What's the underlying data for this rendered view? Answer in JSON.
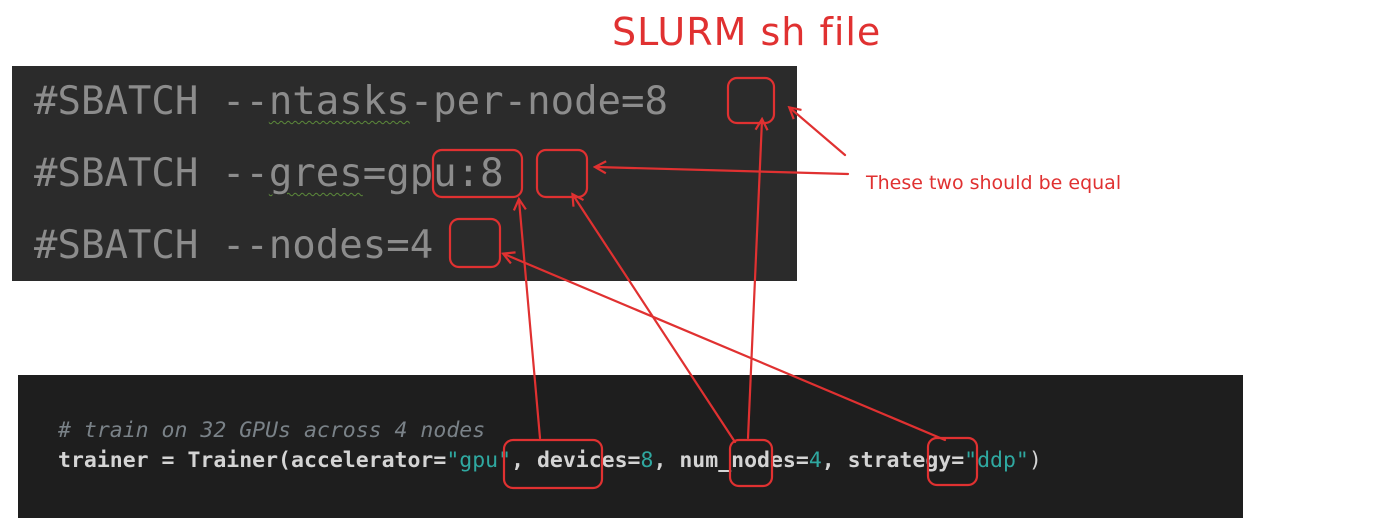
{
  "annotations": {
    "title": "SLURM sh file",
    "note": "These two should be equal"
  },
  "slurm": {
    "line1": {
      "prefix": "#SBATCH --",
      "flag": "ntasks",
      "rest": "-per-node=",
      "value": "8"
    },
    "line2": {
      "prefix": "#SBATCH --",
      "flag": "gres",
      "eq": "=",
      "gpu": "gpu",
      "colon": ":",
      "value": "8"
    },
    "line3": {
      "prefix": "#SBATCH --nodes=",
      "value": "4"
    }
  },
  "python": {
    "comment": "# train on 32 GPUs across 4 nodes",
    "code": {
      "p1": "trainer = Trainer(accelerator=",
      "accel": "\"gpu\"",
      "p2": ", devices=",
      "devices": "8",
      "p3": ", num_nodes=",
      "nodes": "4",
      "p4": ", strategy=",
      "strategy": "\"ddp\"",
      "p5": ")"
    }
  },
  "colors": {
    "annotation": "#e03131",
    "slurm_bg": "#2b2b2b",
    "code_bg": "#1e1e1e",
    "teal": "#2fa8a0"
  }
}
